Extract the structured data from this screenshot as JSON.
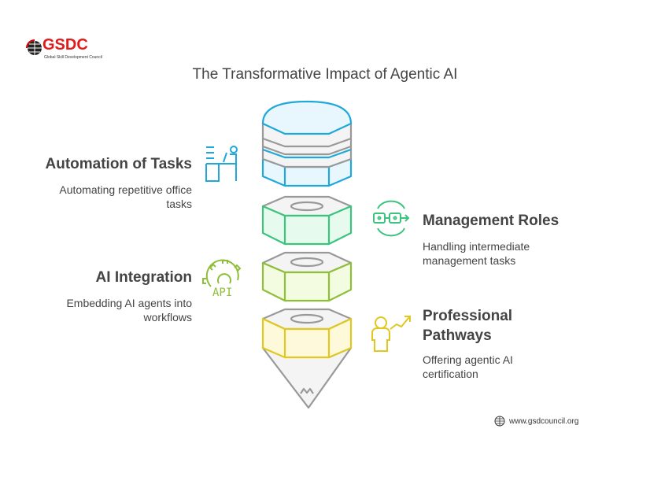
{
  "logo": {
    "name": "GSDC",
    "tagline": "Global Skill Development Council"
  },
  "title": "The Transformative Impact of Agentic AI",
  "items": [
    {
      "heading": "Automation of Tasks",
      "description": "Automating repetitive office tasks",
      "color": "#1fa8d9",
      "icon": "office-worker-icon"
    },
    {
      "heading": "Management Roles",
      "description": "Handling intermediate management tasks",
      "color": "#3cc47e",
      "icon": "workflow-cycle-icon"
    },
    {
      "heading": "AI Integration",
      "description": "Embedding AI agents into workflows",
      "color": "#8fbe3a",
      "icon": "gear-api-icon"
    },
    {
      "heading": "Professional Pathways",
      "description": "Offering agentic AI certification",
      "color": "#e0c81e",
      "icon": "person-growth-icon"
    }
  ],
  "footer": {
    "url": "www.gsdcouncil.org",
    "icon": "globe-icon"
  }
}
